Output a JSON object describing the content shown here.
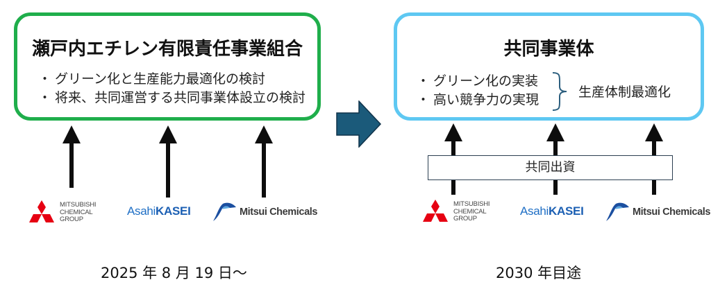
{
  "left_panel": {
    "title": "瀬戸内エチレン有限責任事業組合",
    "bullets": [
      "グリーン化と生産能力最適化の検討",
      "将来、共同運営する共同事業体設立の検討"
    ],
    "bullet_marker": "・",
    "border_color": "#1fae4b",
    "date_label": "2025 年 8 月 19 日～"
  },
  "transition_arrow": {
    "icon": "right-arrow-icon",
    "color": "#1b5a7a"
  },
  "right_panel": {
    "title": "共同事業体",
    "bullets": [
      "グリーン化の実装",
      "高い競争力の実現"
    ],
    "bullet_marker": "・",
    "result_label": "生産体制最適化",
    "border_color": "#5ec8f2",
    "investment_label": "共同出資",
    "date_label": "2030 年目途"
  },
  "companies": [
    {
      "name": "Mitsubishi Chemical Group",
      "logo_lines": [
        "MITSUBISHI",
        "CHEMICAL",
        "GROUP"
      ],
      "brand_color": "#e60012"
    },
    {
      "name": "Asahi Kasei",
      "logo_light": "Asahi",
      "logo_bold": "KASEI",
      "brand_color": "#1f6fc5"
    },
    {
      "name": "Mitsui Chemicals",
      "logo_text": "Mitsui Chemicals",
      "brand_color": "#1b4fa0"
    }
  ]
}
